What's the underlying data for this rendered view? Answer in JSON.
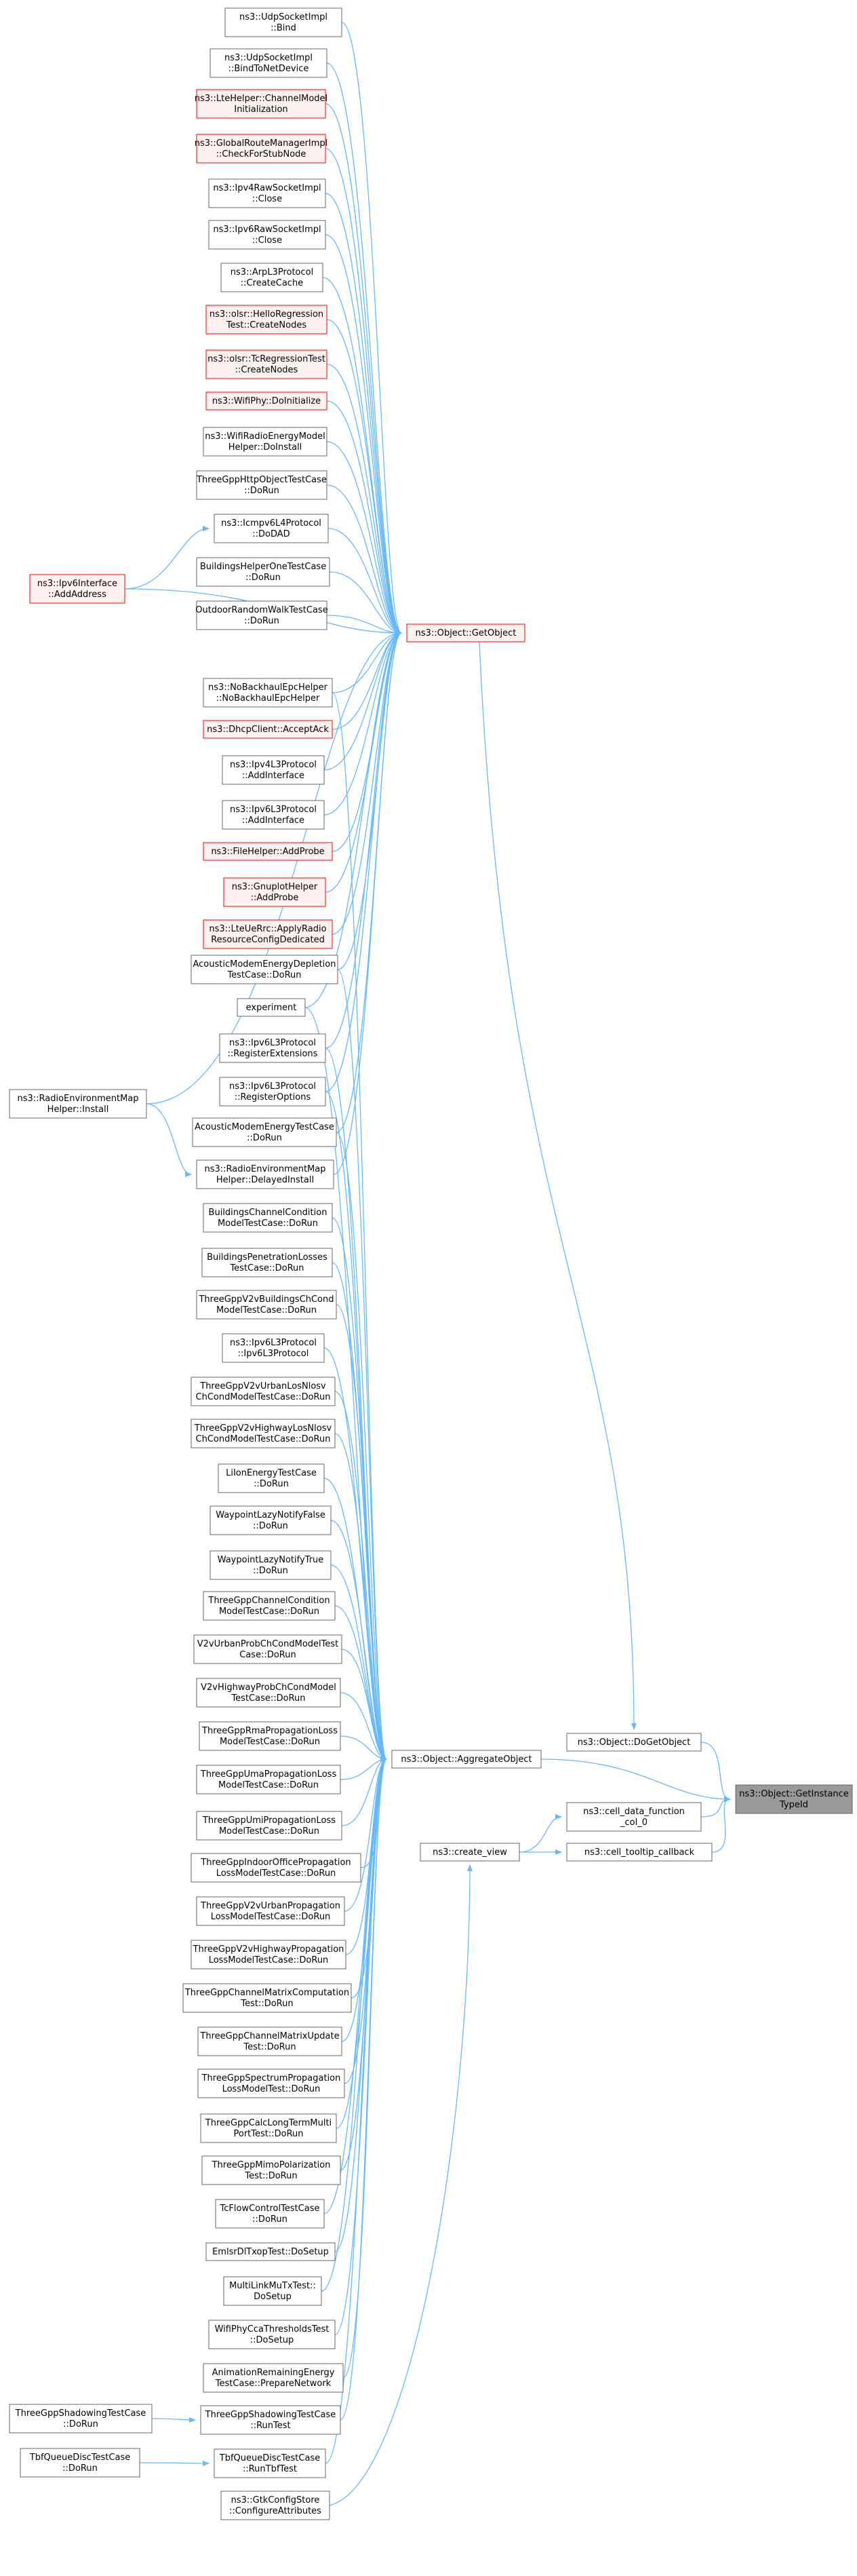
{
  "colors": {
    "edge": "#63B8FF",
    "border": "#666666",
    "border_red": "#FF0000",
    "fill": "#FFFFFF",
    "fill_red": "#FFF0F0",
    "fill_focus": "#999999"
  },
  "focus": {
    "id": "getinstance",
    "lines": [
      "ns3::Object::GetInstance",
      "TypeId"
    ]
  },
  "nodes": [
    {
      "id": "udpbind",
      "lines": [
        "ns3::UdpSocketImpl",
        "::Bind"
      ],
      "red": false
    },
    {
      "id": "udpbindnet",
      "lines": [
        "ns3::UdpSocketImpl",
        "::BindToNetDevice"
      ],
      "red": false
    },
    {
      "id": "ltechannel",
      "lines": [
        "ns3::LteHelper::ChannelModel",
        "Initialization"
      ],
      "red": true
    },
    {
      "id": "globalroute",
      "lines": [
        "ns3::GlobalRouteManagerImpl",
        "::CheckForStubNode"
      ],
      "red": true
    },
    {
      "id": "ipv4rawclose",
      "lines": [
        "ns3::Ipv4RawSocketImpl",
        "::Close"
      ],
      "red": false
    },
    {
      "id": "ipv6rawclose",
      "lines": [
        "ns3::Ipv6RawSocketImpl",
        "::Close"
      ],
      "red": false
    },
    {
      "id": "arpcache",
      "lines": [
        "ns3::ArpL3Protocol",
        "::CreateCache"
      ],
      "red": false
    },
    {
      "id": "olsrhello",
      "lines": [
        "ns3::olsr::HelloRegression",
        "Test::CreateNodes"
      ],
      "red": true
    },
    {
      "id": "olsrtc",
      "lines": [
        "ns3::olsr::TcRegressionTest",
        "::CreateNodes"
      ],
      "red": true
    },
    {
      "id": "wifiphyinit",
      "lines": [
        "ns3::WifiPhy::DoInitialize"
      ],
      "red": true
    },
    {
      "id": "wifiradio",
      "lines": [
        "ns3::WifiRadioEnergyModel",
        "Helper::DoInstall"
      ],
      "red": false
    },
    {
      "id": "threegpphttp",
      "lines": [
        "ThreeGppHttpObjectTestCase",
        "::DoRun"
      ],
      "red": false
    },
    {
      "id": "icmpv6dad",
      "lines": [
        "ns3::Icmpv6L4Protocol",
        "::DoDAD"
      ],
      "red": false
    },
    {
      "id": "ipv6ifaddr",
      "lines": [
        "ns3::Ipv6Interface",
        "::AddAddress"
      ],
      "red": true
    },
    {
      "id": "buildingsone",
      "lines": [
        "BuildingsHelperOneTestCase",
        "::DoRun"
      ],
      "red": false
    },
    {
      "id": "outdoorwalk",
      "lines": [
        "OutdoorRandomWalkTestCase",
        "::DoRun"
      ],
      "red": false
    },
    {
      "id": "getobject",
      "lines": [
        "ns3::Object::GetObject"
      ],
      "red": true
    },
    {
      "id": "nobackhaul",
      "lines": [
        "ns3::NoBackhaulEpcHelper",
        "::NoBackhaulEpcHelper"
      ],
      "red": false
    },
    {
      "id": "dhcpack",
      "lines": [
        "ns3::DhcpClient::AcceptAck"
      ],
      "red": true
    },
    {
      "id": "ipv4addif",
      "lines": [
        "ns3::Ipv4L3Protocol",
        "::AddInterface"
      ],
      "red": false
    },
    {
      "id": "ipv6addif",
      "lines": [
        "ns3::Ipv6L3Protocol",
        "::AddInterface"
      ],
      "red": false
    },
    {
      "id": "fileprobe",
      "lines": [
        "ns3::FileHelper::AddProbe"
      ],
      "red": true
    },
    {
      "id": "gnuplotprobe",
      "lines": [
        "ns3::GnuplotHelper",
        "::AddProbe"
      ],
      "red": true
    },
    {
      "id": "lteuerrc",
      "lines": [
        "ns3::LteUeRrc::ApplyRadio",
        "ResourceConfigDedicated"
      ],
      "red": true
    },
    {
      "id": "acousticdepl",
      "lines": [
        "AcousticModemEnergyDepletion",
        "TestCase::DoRun"
      ],
      "red": false
    },
    {
      "id": "experiment",
      "lines": [
        "experiment"
      ],
      "red": false
    },
    {
      "id": "remhelperinstall",
      "lines": [
        "ns3::RadioEnvironmentMap",
        "Helper::Install"
      ],
      "red": false
    },
    {
      "id": "ipv6regext",
      "lines": [
        "ns3::Ipv6L3Protocol",
        "::RegisterExtensions"
      ],
      "red": false
    },
    {
      "id": "ipv6regopt",
      "lines": [
        "ns3::Ipv6L3Protocol",
        "::RegisterOptions"
      ],
      "red": false
    },
    {
      "id": "acousticenergy",
      "lines": [
        "AcousticModemEnergyTestCase",
        "::DoRun"
      ],
      "red": false
    },
    {
      "id": "remdelayed",
      "lines": [
        "ns3::RadioEnvironmentMap",
        "Helper::DelayedInstall"
      ],
      "red": false
    },
    {
      "id": "buildingscc",
      "lines": [
        "BuildingsChannelCondition",
        "ModelTestCase::DoRun"
      ],
      "red": false
    },
    {
      "id": "buildingspen",
      "lines": [
        "BuildingsPenetrationLosses",
        "TestCase::DoRun"
      ],
      "red": false
    },
    {
      "id": "v2vbuildings",
      "lines": [
        "ThreeGppV2vBuildingsChCond",
        "ModelTestCase::DoRun"
      ],
      "red": false
    },
    {
      "id": "ipv6l3proto",
      "lines": [
        "ns3::Ipv6L3Protocol",
        "::Ipv6L3Protocol"
      ],
      "red": false
    },
    {
      "id": "v2vurbanlos",
      "lines": [
        "ThreeGppV2vUrbanLosNlosv",
        "ChCondModelTestCase::DoRun"
      ],
      "red": false
    },
    {
      "id": "v2vhighwaylos",
      "lines": [
        "ThreeGppV2vHighwayLosNlosv",
        "ChCondModelTestCase::DoRun"
      ],
      "red": false
    },
    {
      "id": "liion",
      "lines": [
        "LiIonEnergyTestCase",
        "::DoRun"
      ],
      "red": false
    },
    {
      "id": "waypointfalse",
      "lines": [
        "WaypointLazyNotifyFalse",
        "::DoRun"
      ],
      "red": false
    },
    {
      "id": "waypointtrue",
      "lines": [
        "WaypointLazyNotifyTrue",
        "::DoRun"
      ],
      "red": false
    },
    {
      "id": "threegppcc",
      "lines": [
        "ThreeGppChannelCondition",
        "ModelTestCase::DoRun"
      ],
      "red": false
    },
    {
      "id": "v2vurbanprob",
      "lines": [
        "V2vUrbanProbChCondModelTest",
        "Case::DoRun"
      ],
      "red": false
    },
    {
      "id": "v2vhighwayprob",
      "lines": [
        "V2vHighwayProbChCondModel",
        "TestCase::DoRun"
      ],
      "red": false
    },
    {
      "id": "aggregate",
      "lines": [
        "ns3::Object::AggregateObject"
      ],
      "red": false
    },
    {
      "id": "dogetobject",
      "lines": [
        "ns3::Object::DoGetObject"
      ],
      "red": false
    },
    {
      "id": "rmaprop",
      "lines": [
        "ThreeGppRmaPropagationLoss",
        "ModelTestCase::DoRun"
      ],
      "red": false
    },
    {
      "id": "umaprop",
      "lines": [
        "ThreeGppUmaPropagationLoss",
        "ModelTestCase::DoRun"
      ],
      "red": false
    },
    {
      "id": "celldata",
      "lines": [
        "ns3::cell_data_function",
        "_col_0"
      ],
      "red": false
    },
    {
      "id": "umiprop",
      "lines": [
        "ThreeGppUmiPropagationLoss",
        "ModelTestCase::DoRun"
      ],
      "red": false
    },
    {
      "id": "createview",
      "lines": [
        "ns3::create_view"
      ],
      "red": false
    },
    {
      "id": "celltooltip",
      "lines": [
        "ns3::cell_tooltip_callback"
      ],
      "red": false
    },
    {
      "id": "indooroffice",
      "lines": [
        "ThreeGppIndoorOfficePropagation",
        "LossModelTestCase::DoRun"
      ],
      "red": false
    },
    {
      "id": "v2vurbanprop",
      "lines": [
        "ThreeGppV2vUrbanPropagation",
        "LossModelTestCase::DoRun"
      ],
      "red": false
    },
    {
      "id": "v2vhighwayprop",
      "lines": [
        "ThreeGppV2vHighwayPropagation",
        "LossModelTestCase::DoRun"
      ],
      "red": false
    },
    {
      "id": "channelmatrix",
      "lines": [
        "ThreeGppChannelMatrixComputation",
        "Test::DoRun"
      ],
      "red": false
    },
    {
      "id": "channelupdate",
      "lines": [
        "ThreeGppChannelMatrixUpdate",
        "Test::DoRun"
      ],
      "red": false
    },
    {
      "id": "spectrumprop",
      "lines": [
        "ThreeGppSpectrumPropagation",
        "LossModelTest::DoRun"
      ],
      "red": false
    },
    {
      "id": "calclongterm",
      "lines": [
        "ThreeGppCalcLongTermMulti",
        "PortTest::DoRun"
      ],
      "red": false
    },
    {
      "id": "mimopol",
      "lines": [
        "ThreeGppMimoPolarization",
        "Test::DoRun"
      ],
      "red": false
    },
    {
      "id": "tcflow",
      "lines": [
        "TcFlowControlTestCase",
        "::DoRun"
      ],
      "red": false
    },
    {
      "id": "emlsr",
      "lines": [
        "EmlsrDlTxopTest::DoSetup"
      ],
      "red": false
    },
    {
      "id": "multilink",
      "lines": [
        "MultiLinkMuTxTest::",
        "DoSetup"
      ],
      "red": false
    },
    {
      "id": "wifiphycca",
      "lines": [
        "WifiPhyCcaThresholdsTest",
        "::DoSetup"
      ],
      "red": false
    },
    {
      "id": "animation",
      "lines": [
        "AnimationRemainingEnergy",
        "TestCase::PrepareNetwork"
      ],
      "red": false
    },
    {
      "id": "shadowrunleft",
      "lines": [
        "ThreeGppShadowingTestCase",
        "::DoRun"
      ],
      "red": false
    },
    {
      "id": "shadowruntest",
      "lines": [
        "ThreeGppShadowingTestCase",
        "::RunTest"
      ],
      "red": false
    },
    {
      "id": "tbfdorun",
      "lines": [
        "TbfQueueDiscTestCase",
        "::DoRun"
      ],
      "red": false
    },
    {
      "id": "tbfruntest",
      "lines": [
        "TbfQueueDiscTestCase",
        "::RunTbfTest"
      ],
      "red": false
    },
    {
      "id": "gtkconfig",
      "lines": [
        "ns3::GtkConfigStore",
        "::ConfigureAttributes"
      ],
      "red": false
    }
  ],
  "edges": [
    [
      "dogetobject",
      "getinstance"
    ],
    [
      "aggregate",
      "getinstance"
    ],
    [
      "celldata",
      "getinstance"
    ],
    [
      "celltooltip",
      "getinstance"
    ],
    [
      "getobject",
      "dogetobject"
    ],
    [
      "createview",
      "celldata"
    ],
    [
      "createview",
      "celltooltip"
    ],
    [
      "gtkconfig",
      "createview"
    ],
    [
      "udpbind",
      "getobject"
    ],
    [
      "udpbindnet",
      "getobject"
    ],
    [
      "ltechannel",
      "getobject"
    ],
    [
      "globalroute",
      "getobject"
    ],
    [
      "ipv4rawclose",
      "getobject"
    ],
    [
      "ipv6rawclose",
      "getobject"
    ],
    [
      "arpcache",
      "getobject"
    ],
    [
      "olsrhello",
      "getobject"
    ],
    [
      "olsrtc",
      "getobject"
    ],
    [
      "wifiphyinit",
      "getobject"
    ],
    [
      "wifiradio",
      "getobject"
    ],
    [
      "threegpphttp",
      "getobject"
    ],
    [
      "icmpv6dad",
      "getobject"
    ],
    [
      "ipv6ifaddr",
      "icmpv6dad"
    ],
    [
      "ipv6ifaddr",
      "getobject"
    ],
    [
      "buildingsone",
      "getobject"
    ],
    [
      "outdoorwalk",
      "getobject"
    ],
    [
      "nobackhaul",
      "getobject"
    ],
    [
      "dhcpack",
      "getobject"
    ],
    [
      "ipv4addif",
      "getobject"
    ],
    [
      "ipv6addif",
      "getobject"
    ],
    [
      "fileprobe",
      "getobject"
    ],
    [
      "gnuplotprobe",
      "getobject"
    ],
    [
      "lteuerrc",
      "getobject"
    ],
    [
      "acousticdepl",
      "getobject"
    ],
    [
      "experiment",
      "getobject"
    ],
    [
      "remhelperinstall",
      "getobject"
    ],
    [
      "ipv6regext",
      "getobject"
    ],
    [
      "ipv6regopt",
      "getobject"
    ],
    [
      "acousticenergy",
      "getobject"
    ],
    [
      "remdelayed",
      "getobject"
    ],
    [
      "remhelperinstall",
      "remdelayed"
    ],
    [
      "nobackhaul",
      "aggregate"
    ],
    [
      "acousticdepl",
      "aggregate"
    ],
    [
      "experiment",
      "aggregate"
    ],
    [
      "ipv6regext",
      "aggregate"
    ],
    [
      "ipv6regopt",
      "aggregate"
    ],
    [
      "acousticenergy",
      "aggregate"
    ],
    [
      "buildingscc",
      "aggregate"
    ],
    [
      "buildingspen",
      "aggregate"
    ],
    [
      "v2vbuildings",
      "aggregate"
    ],
    [
      "ipv6l3proto",
      "aggregate"
    ],
    [
      "v2vurbanlos",
      "aggregate"
    ],
    [
      "v2vhighwaylos",
      "aggregate"
    ],
    [
      "liion",
      "aggregate"
    ],
    [
      "waypointfalse",
      "aggregate"
    ],
    [
      "waypointtrue",
      "aggregate"
    ],
    [
      "threegppcc",
      "aggregate"
    ],
    [
      "v2vurbanprob",
      "aggregate"
    ],
    [
      "v2vhighwayprob",
      "aggregate"
    ],
    [
      "rmaprop",
      "aggregate"
    ],
    [
      "umaprop",
      "aggregate"
    ],
    [
      "umiprop",
      "aggregate"
    ],
    [
      "indooroffice",
      "aggregate"
    ],
    [
      "v2vurbanprop",
      "aggregate"
    ],
    [
      "v2vhighwayprop",
      "aggregate"
    ],
    [
      "channelmatrix",
      "aggregate"
    ],
    [
      "channelupdate",
      "aggregate"
    ],
    [
      "spectrumprop",
      "aggregate"
    ],
    [
      "calclongterm",
      "aggregate"
    ],
    [
      "mimopol",
      "aggregate"
    ],
    [
      "tcflow",
      "aggregate"
    ],
    [
      "emlsr",
      "aggregate"
    ],
    [
      "multilink",
      "aggregate"
    ],
    [
      "wifiphycca",
      "aggregate"
    ],
    [
      "animation",
      "aggregate"
    ],
    [
      "shadowruntest",
      "aggregate"
    ],
    [
      "tbfruntest",
      "aggregate"
    ],
    [
      "shadowrunleft",
      "shadowruntest"
    ],
    [
      "tbfdorun",
      "tbfruntest"
    ]
  ]
}
